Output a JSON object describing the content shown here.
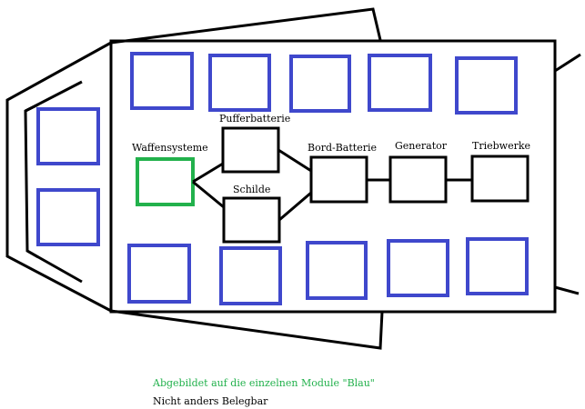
{
  "colors": {
    "outline": "#000000",
    "module": "#3f48cc",
    "weapons": "#22b14c"
  },
  "labels": {
    "buffer_battery": "Pufferbatterie",
    "weapons": "Waffensysteme",
    "shields": "Schilde",
    "board_battery": "Bord-Batterie",
    "generator": "Generator",
    "engines": "Triebwerke"
  },
  "captions": {
    "green_note": "Abgebildet auf die einzelnen Module \"Blau\"",
    "black_note": "Nicht anders Belegbar"
  }
}
